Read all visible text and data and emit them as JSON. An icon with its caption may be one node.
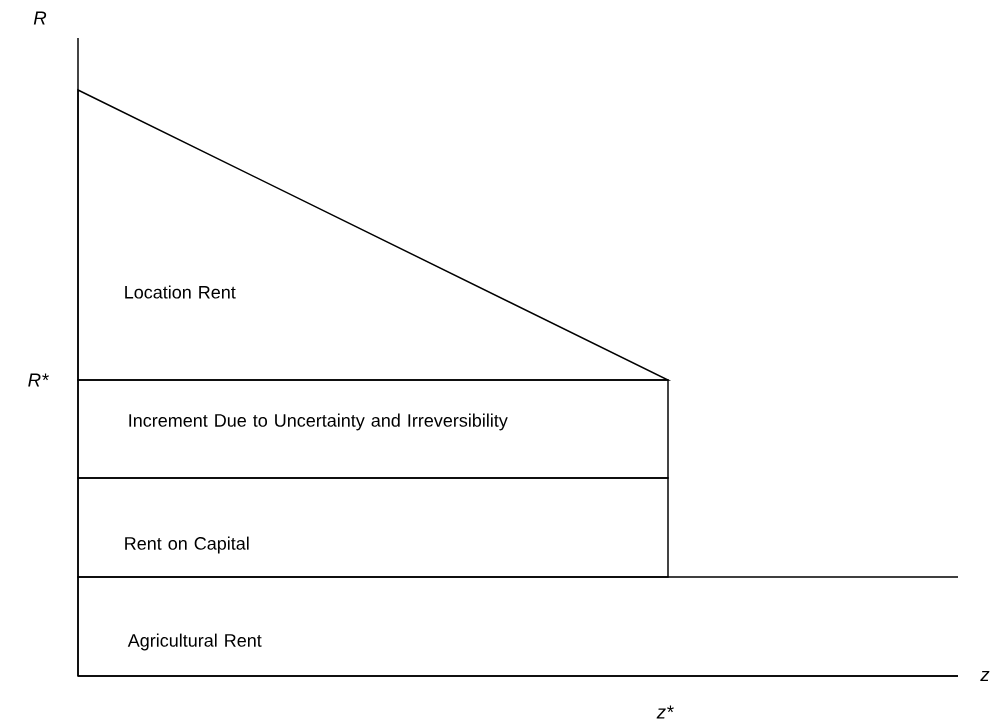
{
  "diagram": {
    "nodes": [
      {
        "text": [
          "Location Rent"
        ]
      },
      {
        "text": [
          "Increment Due to Uncertainty and Irreversibility"
        ]
      },
      {
        "text": [
          "Rent on Capital"
        ]
      },
      {
        "text": [
          "Agricultural Rent"
        ]
      }
    ],
    "labels": [
      "R",
      "R*",
      "z",
      "z*"
    ]
  }
}
